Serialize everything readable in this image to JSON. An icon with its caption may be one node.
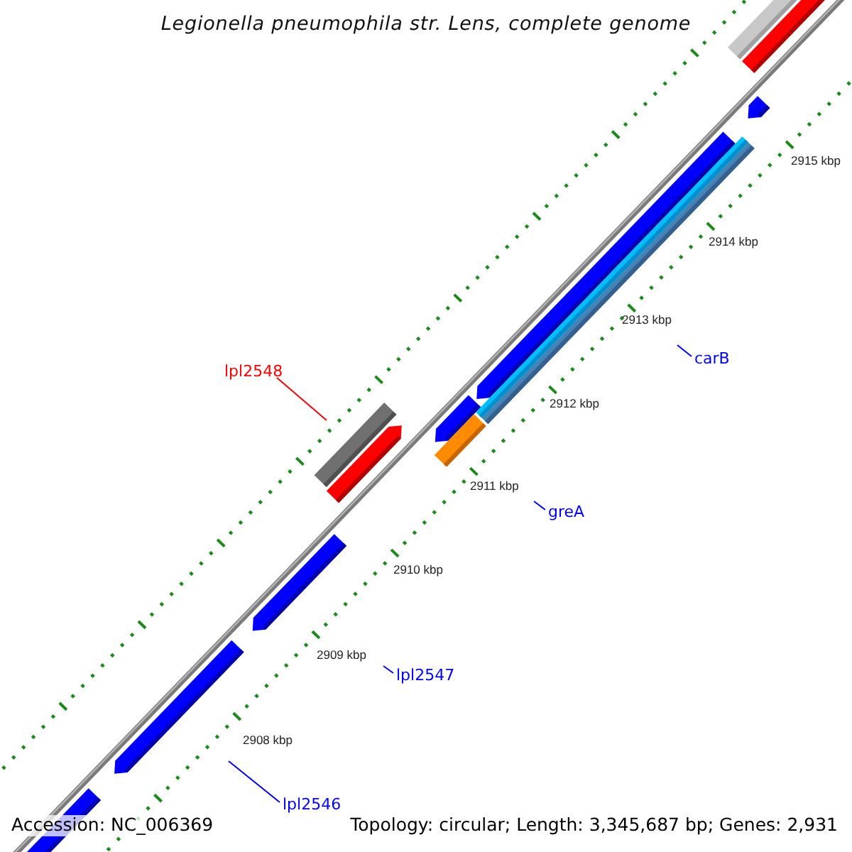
{
  "diagram": {
    "title": "Legionella pneumophila str. Lens, complete genome",
    "nodes": [
      {
        "text": [
          "lpl2548"
        ]
      },
      {
        "text": [
          "carB"
        ]
      },
      {
        "text": [
          "greA"
        ]
      },
      {
        "text": [
          "lpl2547"
        ]
      },
      {
        "text": [
          "lpl2546"
        ]
      }
    ],
    "edges": [
      {
        "from": 0,
        "to": null,
        "arrow": "none",
        "color": "#ff0000"
      },
      {
        "from": 1,
        "to": null,
        "arrow": "none"
      },
      {
        "from": 2,
        "to": null,
        "arrow": "none"
      },
      {
        "from": 3,
        "to": null,
        "arrow": "none"
      },
      {
        "from": 4,
        "to": null,
        "arrow": "none"
      }
    ],
    "labels": [
      "2915 kbp",
      "2914 kbp",
      "2913 kbp",
      "2912 kbp",
      "2911 kbp",
      "2910 kbp",
      "2909 kbp",
      "2908 kbp",
      "Accession: NC_006369",
      "Topology: circular; Length: 3,345,687 bp; Genes: 2,931"
    ]
  }
}
